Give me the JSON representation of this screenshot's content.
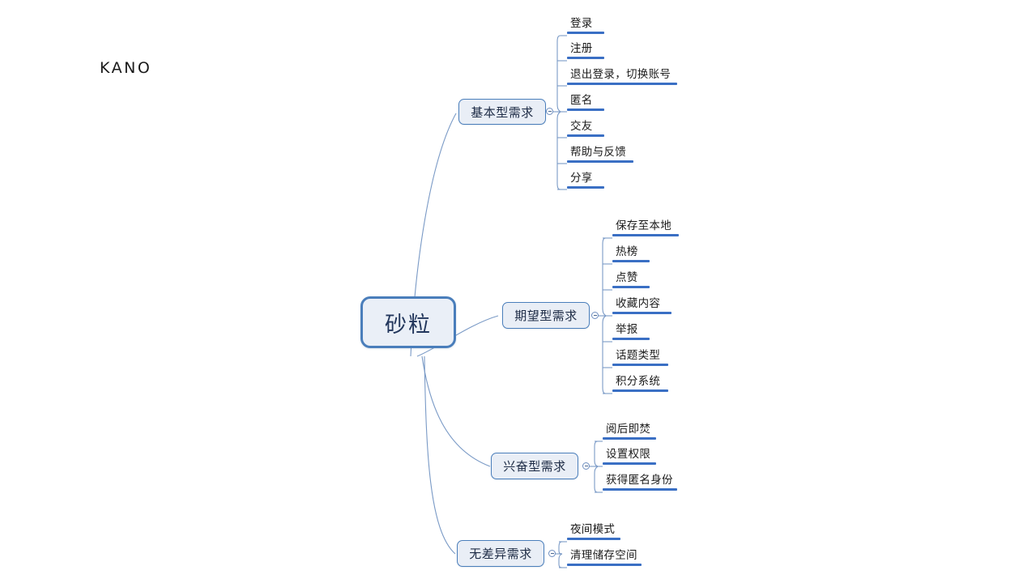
{
  "page": {
    "title_label": "KANO",
    "background_color": "#ffffff"
  },
  "theme": {
    "node_border": "#4a7ebb",
    "node_fill": "#e9eef6",
    "root_text_color": "#22365c",
    "leaf_underline": "#3a6fc4",
    "connector": "#7a9ac6"
  },
  "mindmap": {
    "root": {
      "label": "砂粒"
    },
    "branches": [
      {
        "label": "基本型需求",
        "toggle_state": "expanded",
        "leaves": [
          {
            "label": "登录"
          },
          {
            "label": "注册"
          },
          {
            "label": "退出登录，切换账号"
          },
          {
            "label": "匿名"
          },
          {
            "label": "交友"
          },
          {
            "label": "帮助与反馈"
          },
          {
            "label": "分享"
          }
        ]
      },
      {
        "label": "期望型需求",
        "toggle_state": "expanded",
        "leaves": [
          {
            "label": "保存至本地"
          },
          {
            "label": "热榜"
          },
          {
            "label": "点赞"
          },
          {
            "label": "收藏内容"
          },
          {
            "label": "举报"
          },
          {
            "label": "话题类型"
          },
          {
            "label": "积分系统"
          }
        ]
      },
      {
        "label": "兴奋型需求",
        "toggle_state": "expanded",
        "leaves": [
          {
            "label": "阅后即焚"
          },
          {
            "label": "设置权限"
          },
          {
            "label": "获得匿名身份"
          }
        ]
      },
      {
        "label": "无差异需求",
        "toggle_state": "expanded",
        "leaves": [
          {
            "label": "夜间模式"
          },
          {
            "label": "清理储存空间"
          }
        ]
      }
    ]
  }
}
